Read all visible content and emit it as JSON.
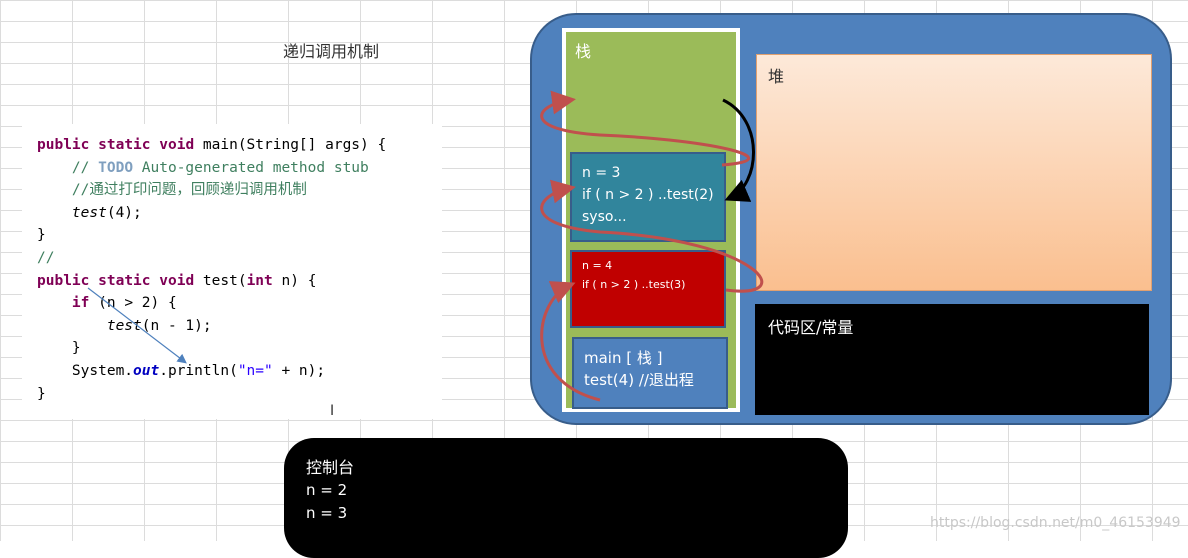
{
  "title": "递归调用机制",
  "code": {
    "line1": {
      "kw1": "public",
      "kw2": "static",
      "kw3": "void",
      "rest": "main(String[] args) {"
    },
    "line2": {
      "prefix": "//",
      "todo": "TODO",
      "rest": "Auto-generated method stub"
    },
    "line3": "//通过打印问题，回顾递归调用机制",
    "line4": {
      "call": "test",
      "rest": "(4);"
    },
    "line5": "}",
    "line6": "//",
    "line7": {
      "kw1": "public",
      "kw2": "static",
      "kw3": "void",
      "name": "test(",
      "kw4": "int",
      "rest": "n) {"
    },
    "line8": {
      "kw": "if",
      "rest": "(n > 2) {"
    },
    "line9": {
      "call": "test",
      "rest": "(n - 1);"
    },
    "line10": "}",
    "line11": {
      "a": "System.",
      "field": "out",
      "b": ".println(",
      "str": "\"n=\"",
      "c": "+ n);"
    },
    "line12": "}"
  },
  "memory": {
    "stack_label": "栈",
    "heap_label": "堆",
    "code_area_label": "代码区/常量",
    "frame_n3": {
      "line1": "n  = 3",
      "line2": "if ( n > 2 ) ..test(2)",
      "line3": "syso..."
    },
    "frame_n4": {
      "line1": "n  = 4",
      "line2": "if ( n > 2 ) ..test(3)"
    },
    "frame_main": {
      "line1": "main [ 栈 ]",
      "line2": "test(4) //退出程"
    }
  },
  "console": {
    "title": "控制台",
    "lines": [
      "n = 2",
      "n = 3"
    ]
  },
  "watermark": "https://blog.csdn.net/m0_46153949",
  "colors": {
    "stack": "#9bbb59",
    "jvm": "#4f81bd",
    "frame_n3": "#31859c",
    "frame_n4": "#c00000",
    "frame_main": "#4f81bd",
    "arrow": "#c0504d"
  }
}
